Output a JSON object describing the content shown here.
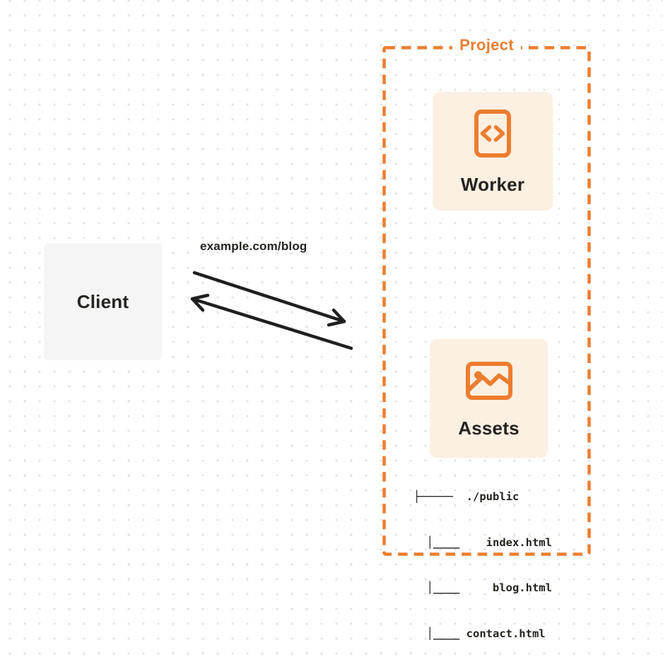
{
  "client": {
    "label": "Client"
  },
  "request": {
    "url_label": "example.com/blog"
  },
  "project": {
    "label": "Project",
    "worker": {
      "label": "Worker",
      "icon": "code-file-icon"
    },
    "assets": {
      "label": "Assets",
      "icon": "image-icon",
      "file_tree_lines": [
        "├─────  ./public",
        "  │____    index.html",
        "  │____     blog.html",
        "  │____ contact.html"
      ]
    }
  },
  "colors": {
    "accent_orange": "#ED7D2F",
    "card_cream": "#FBF0E2",
    "client_gray": "#F5F5F6",
    "ink": "#25231F",
    "arrow_black": "#1F1F1F",
    "grid_dot": "#E3E3E6"
  }
}
